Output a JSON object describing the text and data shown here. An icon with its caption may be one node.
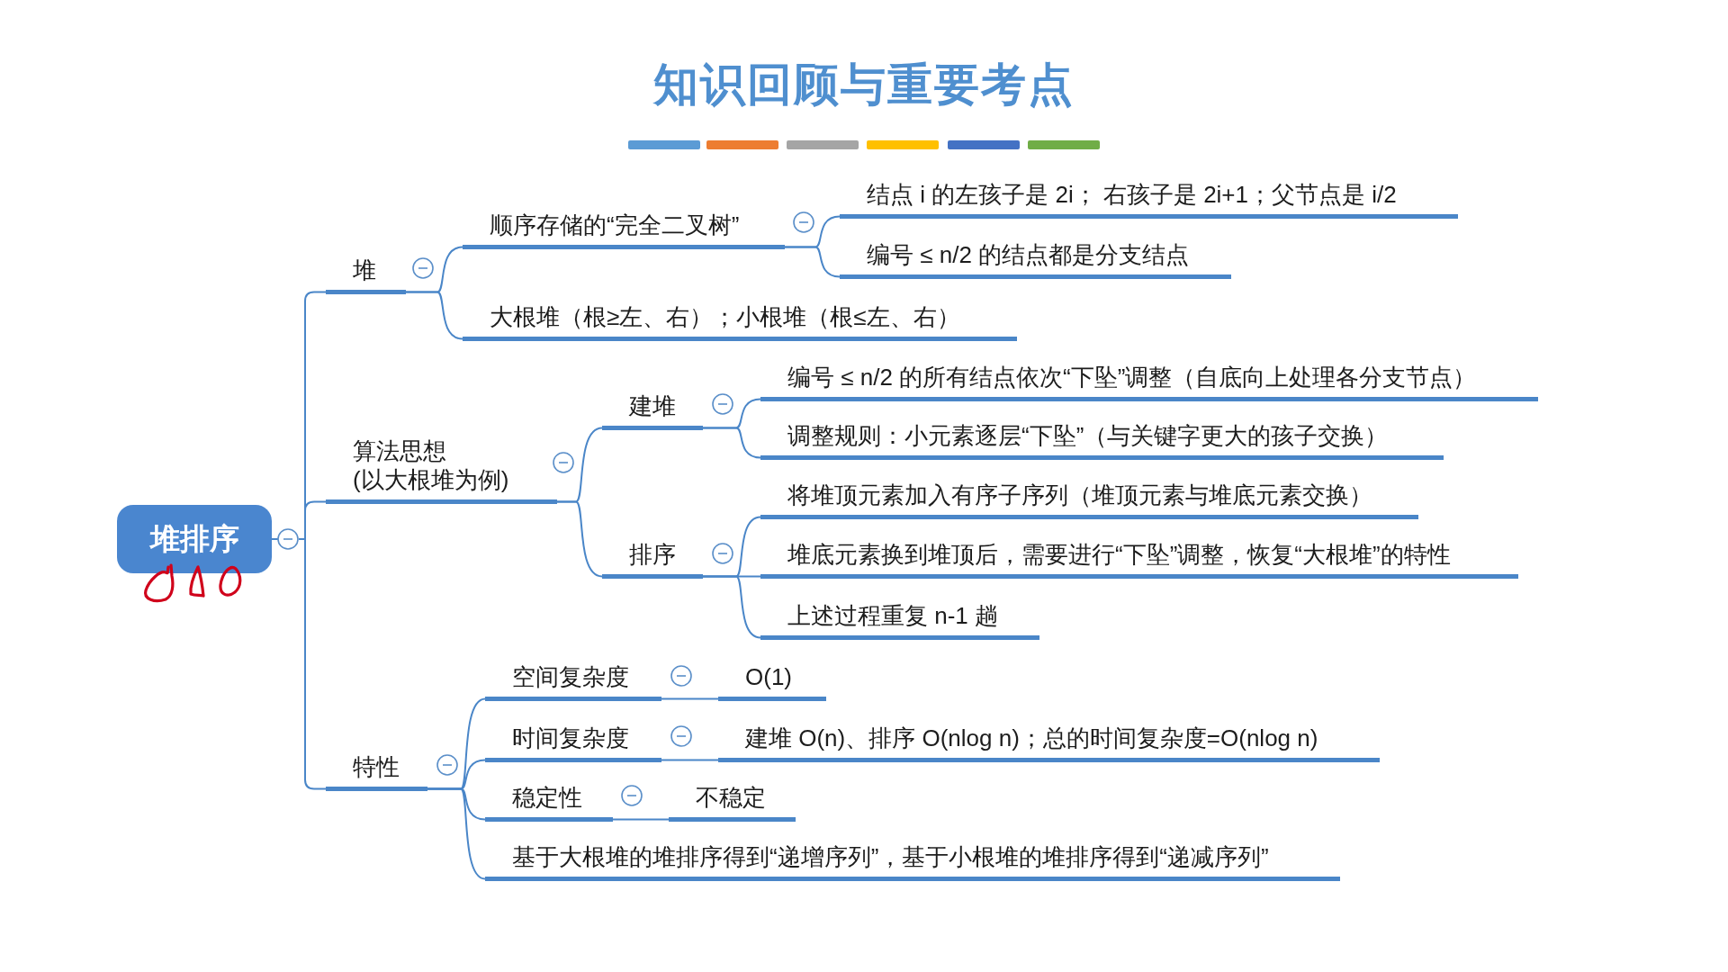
{
  "diagram": {
    "title": "知识回顾与重要考点",
    "nodes": [
      {
        "text": [
          "堆排序"
        ]
      },
      {
        "text": [
          "堆"
        ]
      },
      {
        "text": [
          "顺序存储的“完全二叉树”"
        ]
      },
      {
        "text": [
          "结点 i 的左孩子是 2i； 右孩子是 2i+1；父节点是 i/2"
        ]
      },
      {
        "text": [
          "编号 ≤ n/2 的结点都是分支结点"
        ]
      },
      {
        "text": [
          "大根堆（根≥左、右）；小根堆（根≤左、右）"
        ]
      },
      {
        "text": [
          "算法思想 (以大根堆为例)"
        ]
      },
      {
        "text": [
          "建堆"
        ]
      },
      {
        "text": [
          "编号 ≤ n/2 的所有结点依次“下坠”调整（自底向上处理各分支节点）"
        ]
      },
      {
        "text": [
          "调整规则：小元素逐层“下坠”（与关键字更大的孩子交换）"
        ]
      },
      {
        "text": [
          "排序"
        ]
      },
      {
        "text": [
          "将堆顶元素加入有序子序列（堆顶元素与堆底元素交换）"
        ]
      },
      {
        "text": [
          "堆底元素换到堆顶后，需要进行“下坠”调整，恢复“大根堆”的特性"
        ]
      },
      {
        "text": [
          "上述过程重复 n-1 趟"
        ]
      },
      {
        "text": [
          "特性"
        ]
      },
      {
        "text": [
          "空间复杂度"
        ]
      },
      {
        "text": [
          "O(1)"
        ]
      },
      {
        "text": [
          "时间复杂度"
        ]
      },
      {
        "text": [
          "建堆 O(n)、排序 O(nlog n)；总的时间复杂度=O(nlog n)"
        ]
      },
      {
        "text": [
          "稳定性"
        ]
      },
      {
        "text": [
          "不稳定"
        ]
      },
      {
        "text": [
          "基于大根堆的堆排序得到“递增序列”，基于小根堆的堆排序得到“递减序列”"
        ]
      }
    ],
    "edges": [
      {
        "from": 0,
        "to": 1,
        "arrow": "none"
      },
      {
        "from": 0,
        "to": 6,
        "arrow": "none"
      },
      {
        "from": 0,
        "to": 14,
        "arrow": "none"
      },
      {
        "from": 1,
        "to": 2,
        "arrow": "none"
      },
      {
        "from": 1,
        "to": 5,
        "arrow": "none"
      },
      {
        "from": 2,
        "to": 3,
        "arrow": "none"
      },
      {
        "from": 2,
        "to": 4,
        "arrow": "none"
      },
      {
        "from": 6,
        "to": 7,
        "arrow": "none"
      },
      {
        "from": 6,
        "to": 10,
        "arrow": "none"
      },
      {
        "from": 7,
        "to": 8,
        "arrow": "none"
      },
      {
        "from": 7,
        "to": 9,
        "arrow": "none"
      },
      {
        "from": 10,
        "to": 11,
        "arrow": "none"
      },
      {
        "from": 10,
        "to": 12,
        "arrow": "none"
      },
      {
        "from": 10,
        "to": 13,
        "arrow": "none"
      },
      {
        "from": 14,
        "to": 15,
        "arrow": "none"
      },
      {
        "from": 14,
        "to": 17,
        "arrow": "none"
      },
      {
        "from": 14,
        "to": 19,
        "arrow": "none"
      },
      {
        "from": 14,
        "to": 21,
        "arrow": "none"
      },
      {
        "from": 15,
        "to": 16,
        "arrow": "none"
      },
      {
        "from": 17,
        "to": 18,
        "arrow": "none"
      },
      {
        "from": 19,
        "to": 20,
        "arrow": "none"
      }
    ]
  }
}
